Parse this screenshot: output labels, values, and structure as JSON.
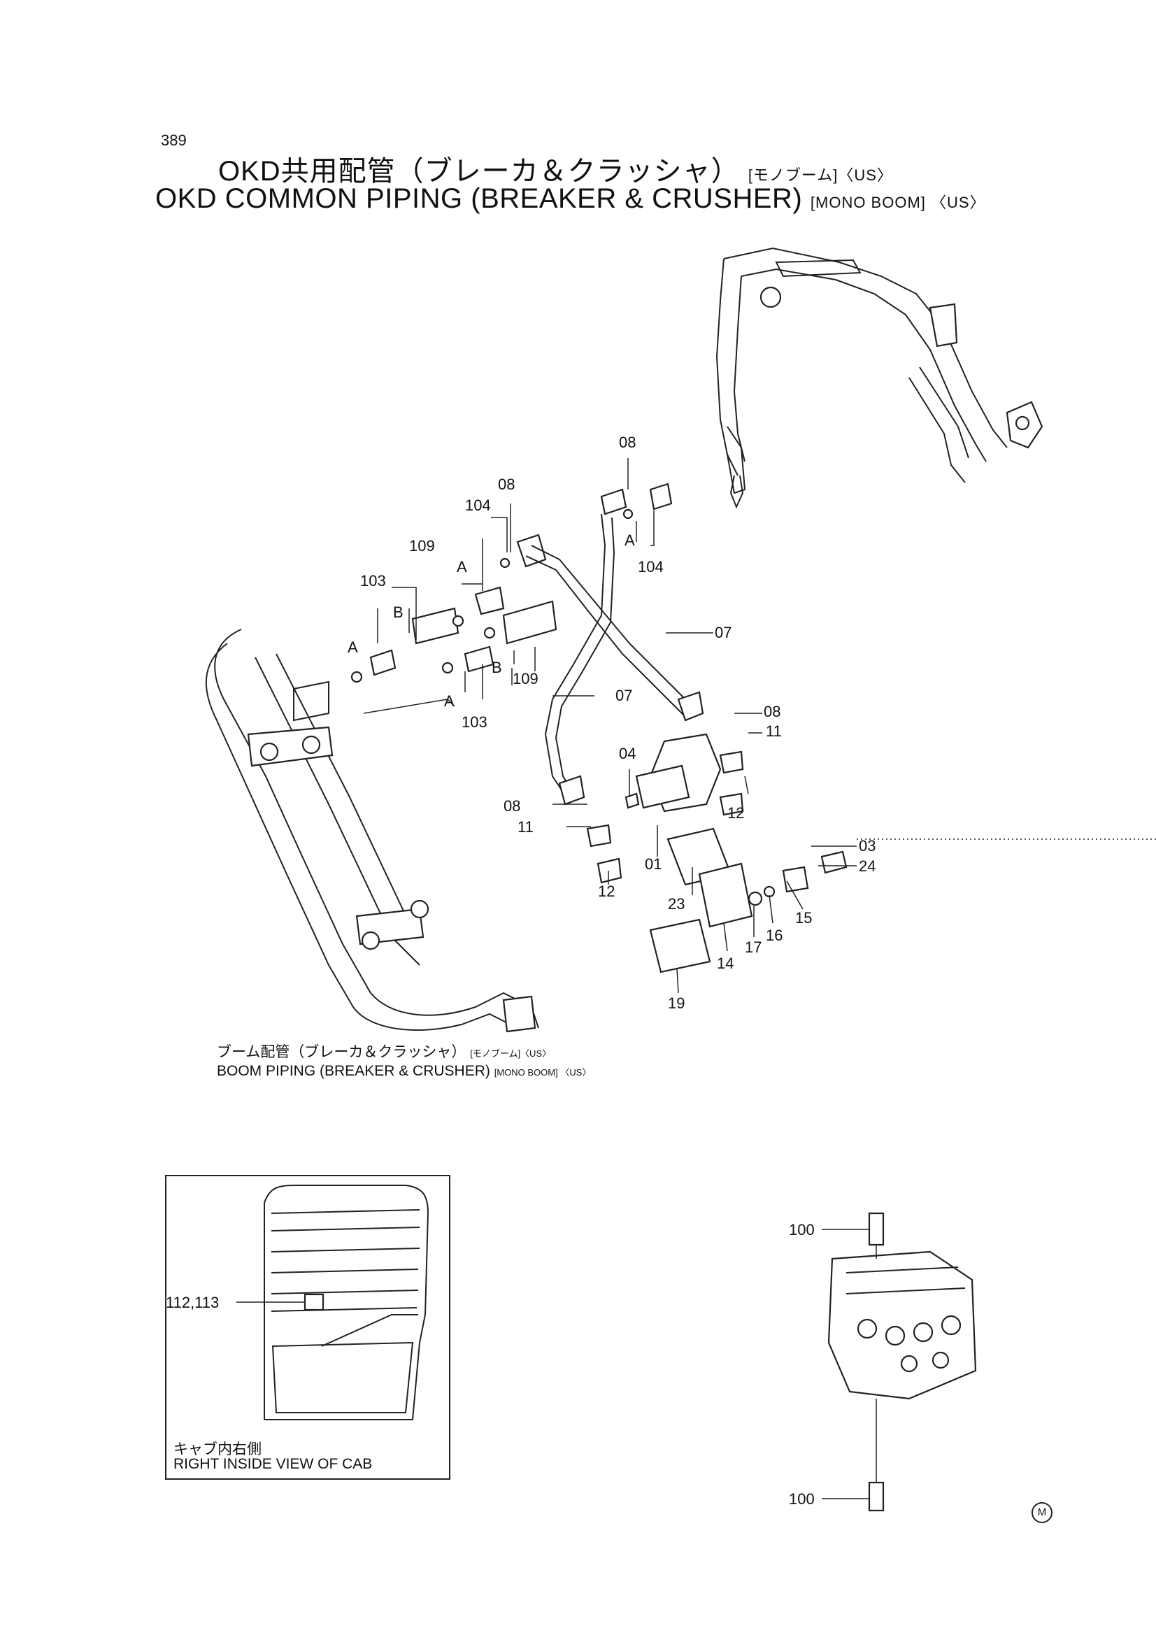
{
  "page_number": "389",
  "title_jp": "OKD共用配管（ブレーカ＆クラッシャ）",
  "title_jp_suffix": "[モノブーム]〈US〉",
  "title_en": "OKD COMMON PIPING (BREAKER & CRUSHER)",
  "title_en_suffix": "[MONO BOOM] 〈US〉",
  "caption_jp": "ブーム配管（ブレーカ＆クラッシャ）",
  "caption_jp_suffix": "[モノブーム]〈US〉",
  "caption_en": "BOOM PIPING (BREAKER & CRUSHER)",
  "caption_en_suffix": "[MONO BOOM] 〈US〉",
  "cab_view": {
    "label_jp": "キャブ内右側",
    "label_en": "RIGHT INSIDE VIEW OF CAB",
    "callout": "112,113"
  },
  "valve_view": {
    "callout_top": "100",
    "callout_bottom": "100"
  },
  "corner_mark": "M",
  "callouts": {
    "c08a": "08",
    "c08b": "08",
    "c104a": "104",
    "c104b": "104",
    "c109a": "109",
    "c109b": "109",
    "c103a": "103",
    "c103b": "103",
    "cA1": "A",
    "cA2": "A",
    "cA3": "A",
    "cB1": "B",
    "cB2": "B",
    "c07a": "07",
    "c07b": "07",
    "c08c": "08",
    "c08d": "08",
    "c11a": "11",
    "c11b": "11",
    "c04": "04",
    "c12a": "12",
    "c12b": "12",
    "c01": "01",
    "c03": "03",
    "c24": "24",
    "c23": "23",
    "c15": "15",
    "c16": "16",
    "c17": "17",
    "c14": "14",
    "c19": "19"
  }
}
